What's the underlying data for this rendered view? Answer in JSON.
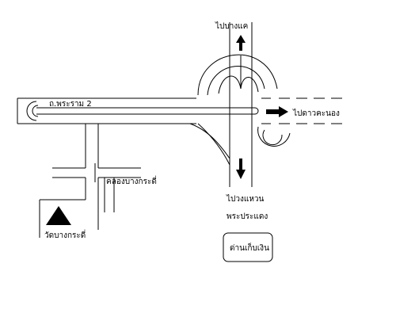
{
  "labels": {
    "road_rama2": "ถ.พระราม 2",
    "to_bang_khae": "ไปบางแค",
    "to_dao_khanong": "ไปดาวคะนอง",
    "canal_bang_kradi": "คลองบางกระดี่",
    "temple_bang_kradi": "วัดบางกระดี่",
    "to_wongwaen_line1": "ไปวงแหวน",
    "to_wongwaen_line2": "พระประแดง",
    "toll_booth": "ด่านเก็บเงิน"
  },
  "colors": {
    "background": "#ffffff",
    "ink": "#000000"
  },
  "icons": {
    "temple": "black-triangle",
    "direction": "black-arrow"
  }
}
